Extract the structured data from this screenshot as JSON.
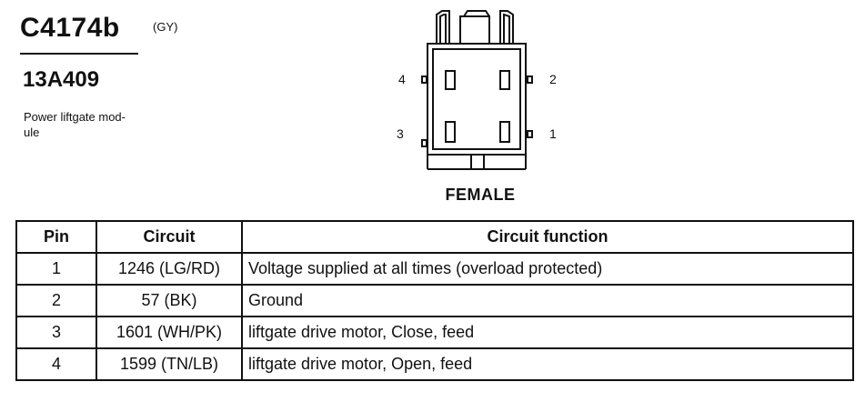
{
  "connector": {
    "id": "C4174b",
    "color_code": "(GY)",
    "part_number": "13A409",
    "description_lines": [
      "Power liftgate mod-",
      "ule"
    ]
  },
  "diagram": {
    "pin_labels": {
      "top_left": "4",
      "top_right": "2",
      "bottom_left": "3",
      "bottom_right": "1"
    },
    "gender": "FEMALE"
  },
  "table": {
    "headers": [
      "Pin",
      "Circuit",
      "Circuit function"
    ],
    "rows": [
      {
        "pin": "1",
        "circuit": "1246 (LG/RD)",
        "function": "Voltage supplied at all times (overload protected)"
      },
      {
        "pin": "2",
        "circuit": "57 (BK)",
        "function": "Ground"
      },
      {
        "pin": "3",
        "circuit": "1601 (WH/PK)",
        "function": "liftgate drive motor, Close, feed"
      },
      {
        "pin": "4",
        "circuit": "1599 (TN/LB)",
        "function": "liftgate drive motor, Open, feed"
      }
    ]
  }
}
